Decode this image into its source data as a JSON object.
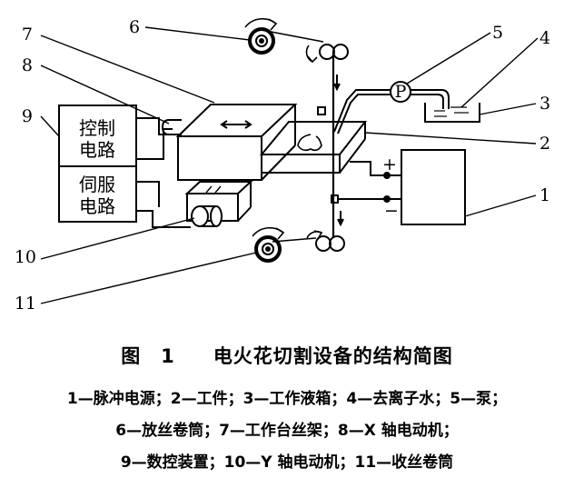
{
  "labels": {
    "n1": "1",
    "n2": "2",
    "n3": "3",
    "n4": "4",
    "n5": "5",
    "n6": "6",
    "n7": "7",
    "n8": "8",
    "n9": "9",
    "n10": "10",
    "n11": "11"
  },
  "boxes": {
    "control_line1": "控制",
    "control_line2": "电路",
    "servo_line1": "伺服",
    "servo_line2": "电路"
  },
  "pump_symbol": "P",
  "polarity": {
    "plus": "+",
    "minus": "−"
  },
  "caption": {
    "figure_number": "图　1",
    "title": "电火花切割设备的结构简图",
    "legend_line1": "1—脉冲电源；2—工件；3—工作液箱；4—去离子水；5—泵；",
    "legend_line2": "6—放丝卷筒；7—工作台丝架；8—X 轴电动机；",
    "legend_line3": "9—数控装置；10—Y 轴电动机；11—收丝卷筒"
  }
}
